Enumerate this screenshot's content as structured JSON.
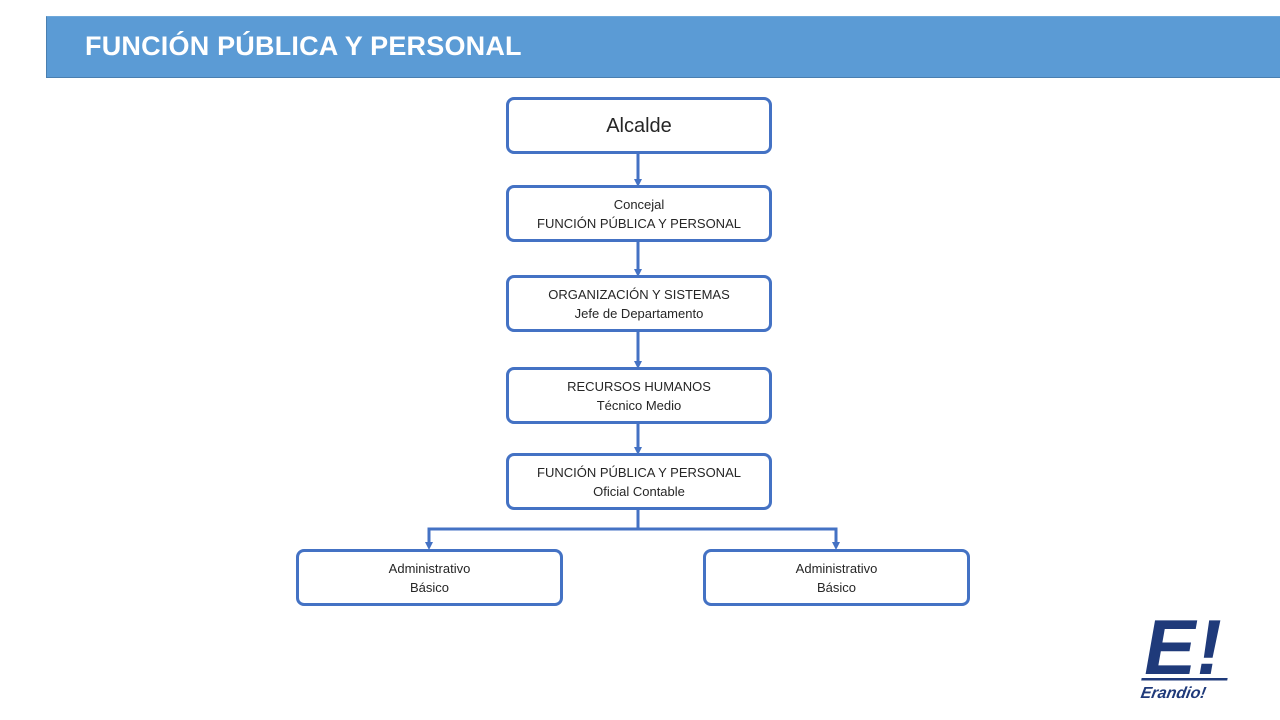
{
  "header": {
    "title": "FUNCIÓN PÚBLICA Y PERSONAL"
  },
  "org_chart": {
    "alcalde": {
      "line1": "Alcalde"
    },
    "concejal": {
      "line1": "Concejal",
      "line2": "FUNCIÓN PÚBLICA Y PERSONAL"
    },
    "organizacion": {
      "line1": "ORGANIZACIÓN Y SISTEMAS",
      "line2": "Jefe de Departamento"
    },
    "rrhh": {
      "line1": "RECURSOS HUMANOS",
      "line2": "Técnico Medio"
    },
    "funcion": {
      "line1": "FUNCIÓN PÚBLICA Y PERSONAL",
      "line2": "Oficial Contable"
    },
    "admin_left": {
      "line1": "Administrativo",
      "line2": "Básico"
    },
    "admin_right": {
      "line1": "Administrativo",
      "line2": "Básico"
    }
  },
  "logo": {
    "mark": "E!",
    "wordmark": "Erandio!"
  },
  "colors": {
    "accent": "#5b9bd5",
    "node_border": "#4472c4",
    "logo": "#1f3a7a"
  }
}
